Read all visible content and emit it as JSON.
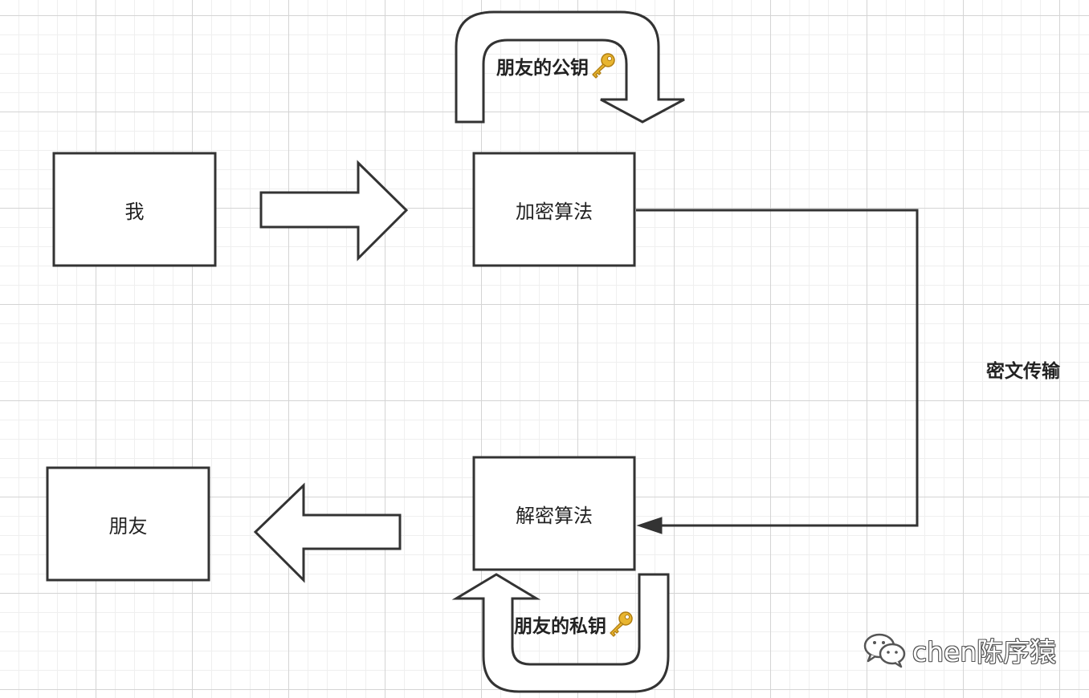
{
  "nodes": {
    "me": "我",
    "encrypt": "加密算法",
    "decrypt": "解密算法",
    "friend": "朋友"
  },
  "labels": {
    "public_key": "朋友的公钥",
    "private_key": "朋友的私钥",
    "ciphertext": "密文传输"
  },
  "icons": {
    "key": "key-icon",
    "watermark": "wechat-icon"
  },
  "watermark": {
    "text": "chen陈序猿"
  },
  "colors": {
    "stroke": "#333333",
    "key": "#e8b530",
    "grid": "#d4d4d4"
  }
}
